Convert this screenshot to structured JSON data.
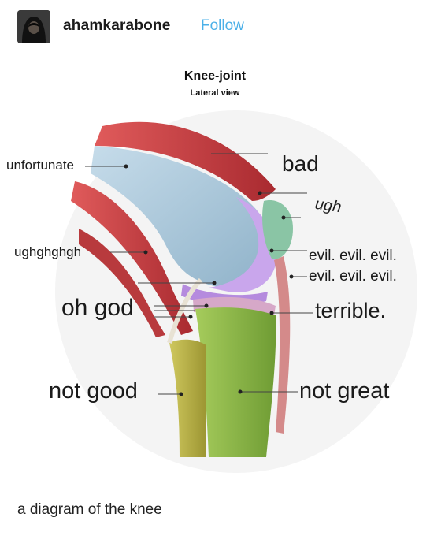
{
  "post": {
    "username": "ahamkarabone",
    "follow_label": "Follow",
    "caption": "a diagram of the knee"
  },
  "diagram": {
    "title": "Knee-joint",
    "subtitle": "Lateral view",
    "labels": {
      "unfortunate": "unfortunate",
      "bad": "bad",
      "ugh": "ugh",
      "ughghghgh": "ughghghgh",
      "evil1": "evil. evil. evil.",
      "evil2": "evil. evil. evil.",
      "oh_god": "oh god",
      "terrible": "terrible.",
      "not_good": "not good",
      "not_great": "not great"
    }
  },
  "colors": {
    "follow": "#4bb0e8",
    "muscle": "#c8373c",
    "femur": "#a9c7db",
    "cartilage": "#c9a6ec",
    "tibia": "#8db84a",
    "fibula": "#b8b145",
    "patella": "#8ac5a5"
  }
}
